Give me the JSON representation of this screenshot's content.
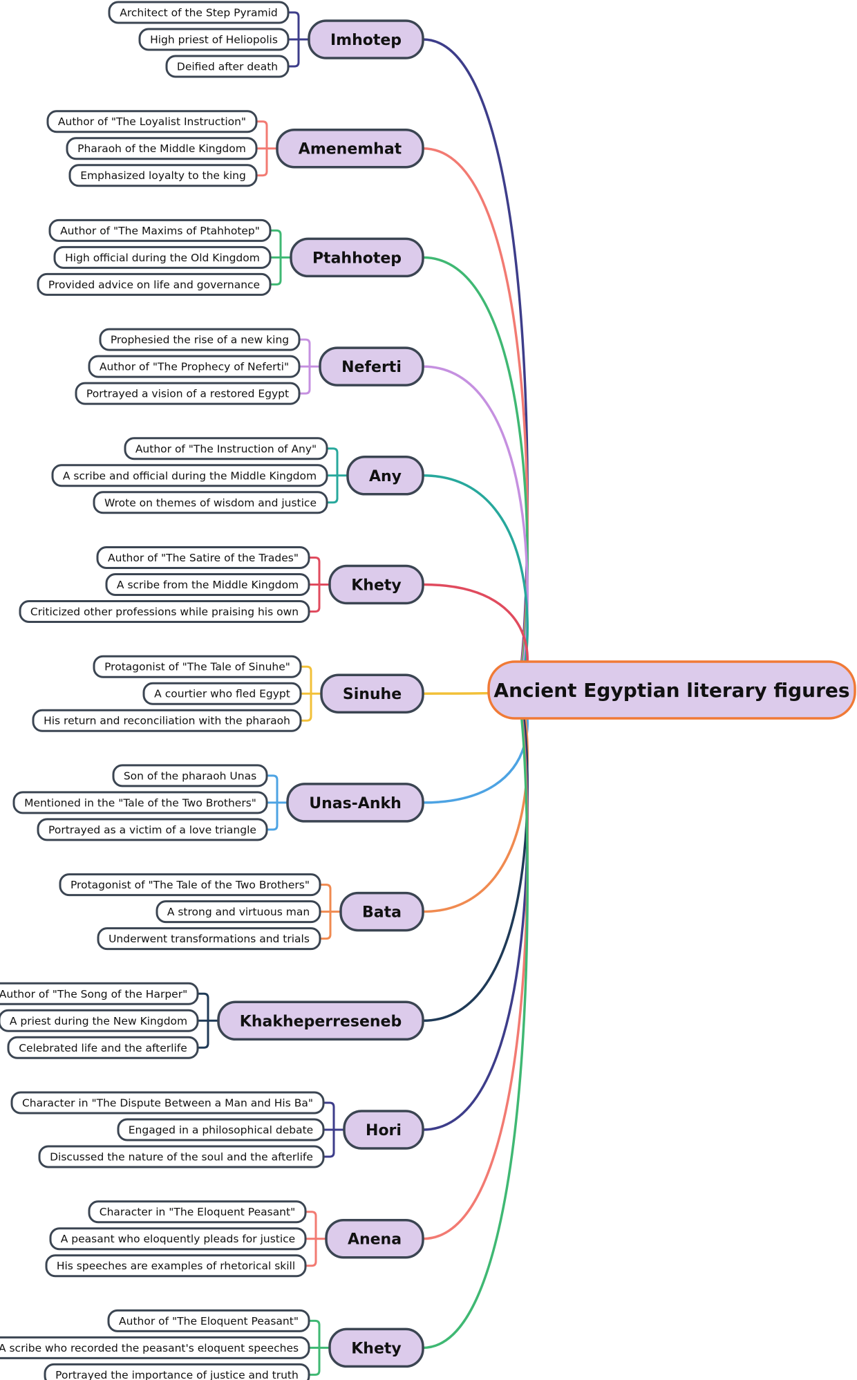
{
  "colors": {
    "node_fill": "#dccbeb",
    "node_stroke": "#3b4552",
    "root_stroke": "#f07a36",
    "leaf_fill": "#ffffff"
  },
  "root": {
    "label": "Ancient Egyptian literary figures"
  },
  "branches": [
    {
      "label": "Imhotep",
      "color": "#3d3d8a",
      "details": [
        "Architect of the Step Pyramid",
        "High priest of Heliopolis",
        "Deified after death"
      ]
    },
    {
      "label": "Amenemhat",
      "color": "#f27a72",
      "details": [
        "Author of \"The Loyalist Instruction\"",
        "Pharaoh of the Middle Kingdom",
        "Emphasized loyalty to the king"
      ]
    },
    {
      "label": "Ptahhotep",
      "color": "#3fb873",
      "details": [
        "Author of \"The Maxims of Ptahhotep\"",
        "High official during the Old Kingdom",
        "Provided advice on life and governance"
      ]
    },
    {
      "label": "Neferti",
      "color": "#c590e0",
      "details": [
        "Prophesied the rise of a new king",
        "Author of \"The Prophecy of Neferti\"",
        "Portrayed a vision of a restored Egypt"
      ]
    },
    {
      "label": "Any",
      "color": "#27a89c",
      "details": [
        "Author of \"The Instruction of Any\"",
        "A scribe and official during the Middle Kingdom",
        "Wrote on themes of wisdom and justice"
      ]
    },
    {
      "label": "Khety",
      "color": "#e04b5e",
      "details": [
        "Author of \"The Satire of the Trades\"",
        "A scribe from the Middle Kingdom",
        "Criticized other professions while praising his own"
      ]
    },
    {
      "label": "Sinuhe",
      "color": "#f2c038",
      "details": [
        "Protagonist of \"The Tale of Sinuhe\"",
        "A courtier who fled Egypt",
        "His return and reconciliation with the pharaoh"
      ]
    },
    {
      "label": "Unas-Ankh",
      "color": "#4da3e3",
      "details": [
        "Son of the pharaoh Unas",
        "Mentioned in the \"Tale of the Two Brothers\"",
        "Portrayed as a victim of a love triangle"
      ]
    },
    {
      "label": "Bata",
      "color": "#f08a50",
      "details": [
        "Protagonist of \"The Tale of the Two Brothers\"",
        "A strong and virtuous man",
        "Underwent transformations and trials"
      ]
    },
    {
      "label": "Khakheperreseneb",
      "color": "#1f3a57",
      "details": [
        "Author of \"The Song of the Harper\"",
        "A priest during the New Kingdom",
        "Celebrated life and the afterlife"
      ]
    },
    {
      "label": "Hori",
      "color": "#3d3d8a",
      "details": [
        "Character in \"The Dispute Between a Man and His Ba\"",
        "Engaged in a philosophical debate",
        "Discussed the nature of the soul and the afterlife"
      ]
    },
    {
      "label": "Anena",
      "color": "#f27a72",
      "details": [
        "Character in \"The Eloquent Peasant\"",
        "A peasant who eloquently pleads for justice",
        "His speeches are examples of rhetorical skill"
      ]
    },
    {
      "label": "Khety",
      "color": "#3fb873",
      "details": [
        "Author of \"The Eloquent Peasant\"",
        "A scribe who recorded the peasant's eloquent speeches",
        "Portrayed the importance of justice and truth"
      ]
    }
  ]
}
